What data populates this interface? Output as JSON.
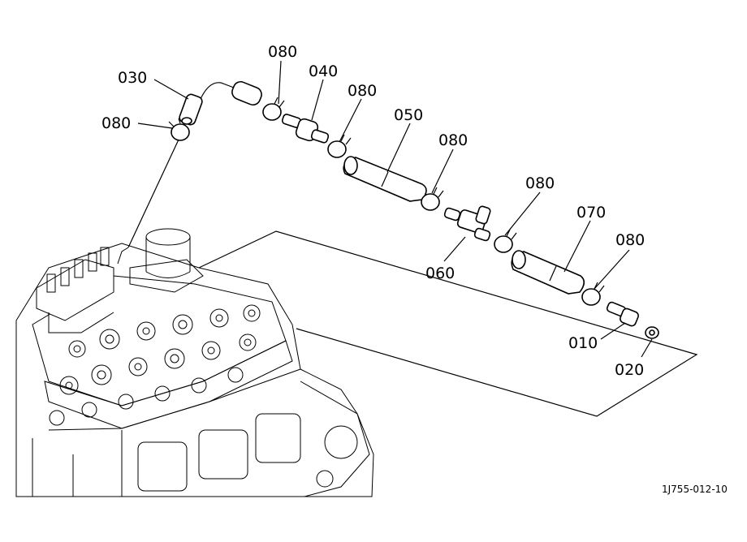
{
  "callouts": [
    {
      "id": "p030",
      "text": "030"
    },
    {
      "id": "p080a",
      "text": "080"
    },
    {
      "id": "p080b",
      "text": "080"
    },
    {
      "id": "p040",
      "text": "040"
    },
    {
      "id": "p080c",
      "text": "080"
    },
    {
      "id": "p050",
      "text": "050"
    },
    {
      "id": "p080d",
      "text": "080"
    },
    {
      "id": "p080e",
      "text": "080"
    },
    {
      "id": "p070",
      "text": "070"
    },
    {
      "id": "p080f",
      "text": "080"
    },
    {
      "id": "p060",
      "text": "060"
    },
    {
      "id": "p010",
      "text": "010"
    },
    {
      "id": "p020",
      "text": "020"
    }
  ],
  "reference_code": "1J755-012-10"
}
